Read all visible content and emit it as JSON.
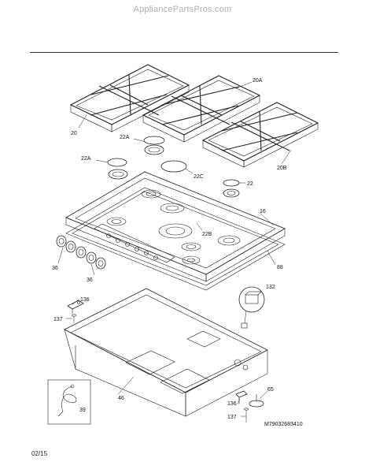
{
  "watermark": "AppliancePartsPros.com",
  "footer_date": "02/15",
  "model_number": "M79032683410",
  "callouts": {
    "c20": "20",
    "c20A": "20A",
    "c20B": "20B",
    "c22A_top": "22A",
    "c22A_left": "22A",
    "c22C": "22C",
    "c22": "22",
    "c16": "16",
    "c22B": "22B",
    "c36a": "36",
    "c36b": "36",
    "c88": "88",
    "c132": "132",
    "c136a": "136",
    "c137a": "137",
    "c46": "46",
    "c39": "39",
    "c65": "65",
    "c136b": "136",
    "c137b": "137"
  }
}
